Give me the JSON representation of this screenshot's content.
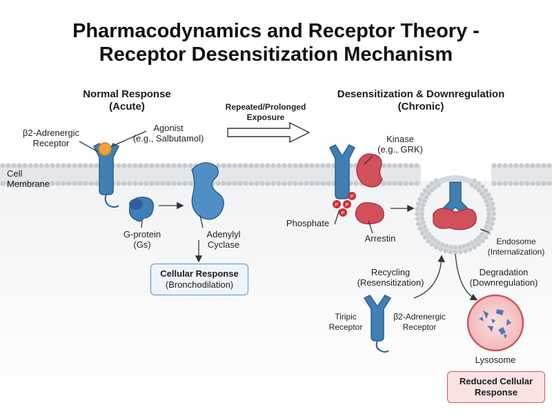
{
  "title": {
    "line1": "Pharmacodynamics and Receptor Theory -",
    "line2": "Receptor Desensitization Mechanism"
  },
  "left_panel": {
    "header_line1": "Normal Response",
    "header_line2": "(Acute)",
    "receptor_line1": "β2-Adrenergic",
    "receptor_line2": "Receptor",
    "agonist_line1": "Agonist",
    "agonist_line2": "(e.g., Salbutamol)",
    "membrane_line1": "Cell",
    "membrane_line2": "Membrane",
    "gprotein_line1": "G-protein",
    "gprotein_line2": "(Gs)",
    "cyclase_line1": "Adenylyl",
    "cyclase_line2": "Cyclase",
    "response_title": "Cellular Response",
    "response_detail": "(Bronchodilation)"
  },
  "transition": {
    "line1": "Repeated/Prolonged",
    "line2": "Exposure"
  },
  "right_panel": {
    "header_line1": "Desensitization & Downregulation",
    "header_line2": "(Chronic)",
    "kinase_line1": "Kinase",
    "kinase_line2": "(e.g., GRK)",
    "phosphate": "Phosphate",
    "phosphate_badge": "P",
    "arrestin": "Arrestin",
    "endosome_line1": "Endosome",
    "endosome_line2": "(Internalization)",
    "recycling_line1": "Recycling",
    "recycling_line2": "(Resensitization)",
    "degradation_line1": "Degradation",
    "degradation_line2": "(Downregulation)",
    "tiripic_line1": "Tiripic",
    "tiripic_line2": "Receptor",
    "b2_line1": "β2-Adrenergic",
    "b2_line2": "Receptor",
    "lysosome": "Lysosome",
    "reduced_line1": "Reduced Cellular",
    "reduced_line2": "Response"
  },
  "colors": {
    "receptor_blue": "#3f7fb4",
    "gprotein_blue": "#2e5e9e",
    "kinase_red": "#d2505a",
    "phosphate_red": "#c8323c",
    "agonist_orange": "#f3a23a",
    "lysosome_pink": "#f4c4c4",
    "membrane_gray": "#c9cdd2"
  }
}
